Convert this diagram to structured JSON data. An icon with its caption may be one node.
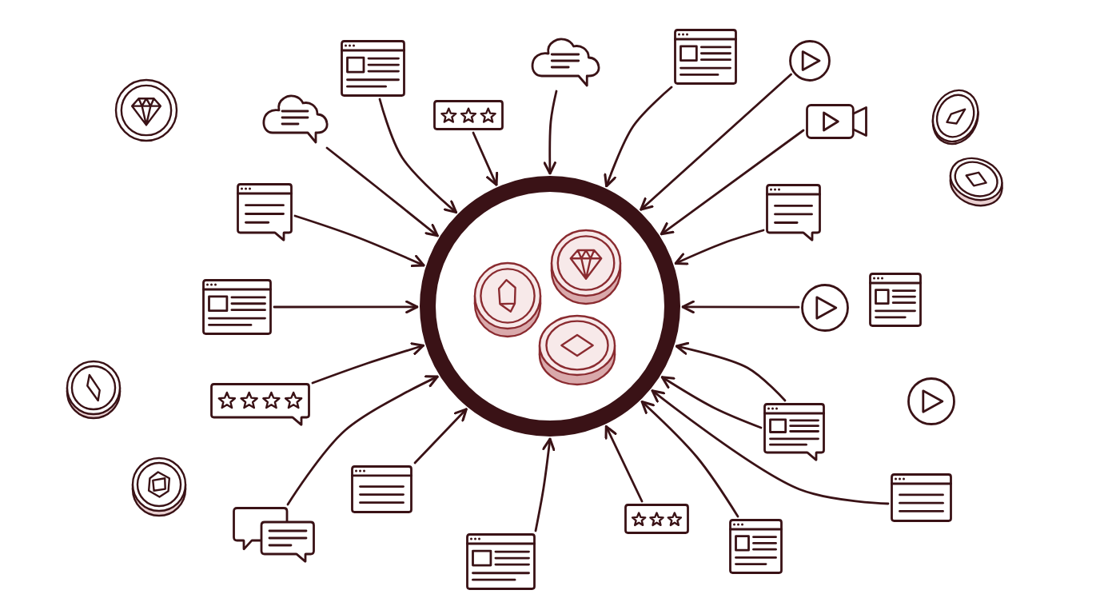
{
  "diagram": {
    "nodes": [
      {
        "text": [],
        "shape": "circle"
      },
      {
        "text": [],
        "shape": "window"
      },
      {
        "text": [],
        "shape": "cloud"
      },
      {
        "text": [],
        "shape": "stars"
      },
      {
        "text": [],
        "shape": "cloud"
      },
      {
        "text": [],
        "shape": "window"
      },
      {
        "text": [],
        "shape": "play"
      },
      {
        "text": [],
        "shape": "camera"
      },
      {
        "text": [],
        "shape": "window"
      },
      {
        "text": [],
        "shape": "window"
      },
      {
        "text": [],
        "shape": "window"
      },
      {
        "text": [],
        "shape": "play"
      },
      {
        "text": [],
        "shape": "window"
      },
      {
        "text": [],
        "shape": "stars"
      },
      {
        "text": [],
        "shape": "play"
      },
      {
        "text": [],
        "shape": "window"
      },
      {
        "text": [],
        "shape": "window"
      },
      {
        "text": [],
        "shape": "chat"
      },
      {
        "text": [],
        "shape": "window"
      },
      {
        "text": [],
        "shape": "stars"
      },
      {
        "text": [],
        "shape": "window"
      },
      {
        "text": [],
        "shape": "window"
      }
    ],
    "edges": [
      {
        "from": 2,
        "to": 0,
        "arrow": "to"
      },
      {
        "from": 1,
        "to": 0,
        "arrow": "to"
      },
      {
        "from": 3,
        "to": 0,
        "arrow": "to"
      },
      {
        "from": 4,
        "to": 0,
        "arrow": "to"
      },
      {
        "from": 5,
        "to": 0,
        "arrow": "to"
      },
      {
        "from": 6,
        "to": 0,
        "arrow": "to"
      },
      {
        "from": 7,
        "to": 0,
        "arrow": "to"
      },
      {
        "from": 8,
        "to": 0,
        "arrow": "to"
      },
      {
        "from": 9,
        "to": 0,
        "arrow": "to"
      },
      {
        "from": 10,
        "to": 0,
        "arrow": "to"
      },
      {
        "from": 11,
        "to": 0,
        "arrow": "to"
      },
      {
        "from": 13,
        "to": 0,
        "arrow": "to"
      },
      {
        "from": 15,
        "to": 0,
        "arrow": "to"
      },
      {
        "from": 15,
        "to": 0,
        "arrow": "to"
      },
      {
        "from": 18,
        "to": 0,
        "arrow": "to"
      },
      {
        "from": 20,
        "to": 0,
        "arrow": "to"
      },
      {
        "from": 19,
        "to": 0,
        "arrow": "to"
      },
      {
        "from": 21,
        "to": 0,
        "arrow": "to"
      },
      {
        "from": 16,
        "to": 0,
        "arrow": "to"
      },
      {
        "from": 17,
        "to": 0,
        "arrow": "to"
      }
    ]
  }
}
